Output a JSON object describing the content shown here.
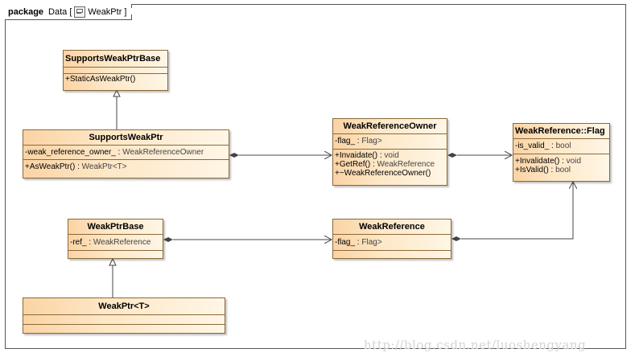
{
  "package": {
    "keyword": "package",
    "name_prefix": "Data [",
    "name": "WeakPtr ]",
    "icon": "package-diagram-icon"
  },
  "classes": {
    "supports_weak_ptr_base": {
      "name": "SupportsWeakPtrBase",
      "attributes": [],
      "operations": [
        {
          "text": "+StaticAsWeakPtr()",
          "type": ""
        }
      ]
    },
    "supports_weak_ptr": {
      "name": "SupportsWeakPtr",
      "attributes": [
        {
          "text": "-weak_reference_owner_ : ",
          "type": "WeakReferenceOwner"
        }
      ],
      "operations": [
        {
          "text": "+AsWeakPtr() : ",
          "type": "WeakPtr<T>"
        }
      ]
    },
    "weak_reference_owner": {
      "name": "WeakReferenceOwner",
      "attributes": [
        {
          "text": "-flag_ : ",
          "type": "Flag>"
        }
      ],
      "operations": [
        {
          "text": "+Invaidate() : ",
          "type": "void"
        },
        {
          "text": "+GetRef() : ",
          "type": "WeakReference"
        },
        {
          "text": "+~WeakReferenceOwner()",
          "type": ""
        }
      ]
    },
    "weak_reference_flag": {
      "name": "WeakReference::Flag",
      "attributes": [
        {
          "text": "-is_valid_ : ",
          "type": "bool"
        }
      ],
      "operations": [
        {
          "text": "+Invalidate() : ",
          "type": "void"
        },
        {
          "text": "+IsValid() : ",
          "type": "bool"
        }
      ]
    },
    "weak_ptr_base": {
      "name": "WeakPtrBase",
      "attributes": [
        {
          "text": "-ref_ : ",
          "type": "WeakReference"
        }
      ],
      "operations": []
    },
    "weak_reference": {
      "name": "WeakReference",
      "attributes": [
        {
          "text": "-flag_ : ",
          "type": "Flag>"
        }
      ],
      "operations": []
    },
    "weak_ptr": {
      "name": "WeakPtr<T>",
      "attributes": [],
      "operations": []
    }
  },
  "relations": [
    {
      "kind": "generalization",
      "from": "supports_weak_ptr",
      "to": "supports_weak_ptr_base"
    },
    {
      "kind": "composition",
      "from": "supports_weak_ptr",
      "to": "weak_reference_owner"
    },
    {
      "kind": "composition",
      "from": "weak_reference_owner",
      "to": "weak_reference_flag"
    },
    {
      "kind": "composition",
      "from": "weak_ptr_base",
      "to": "weak_reference"
    },
    {
      "kind": "composition",
      "from": "weak_reference",
      "to": "weak_reference_flag"
    },
    {
      "kind": "generalization",
      "from": "weak_ptr",
      "to": "weak_ptr_base"
    }
  ],
  "watermark": "http://blog.csdn.net/luoshengyang"
}
